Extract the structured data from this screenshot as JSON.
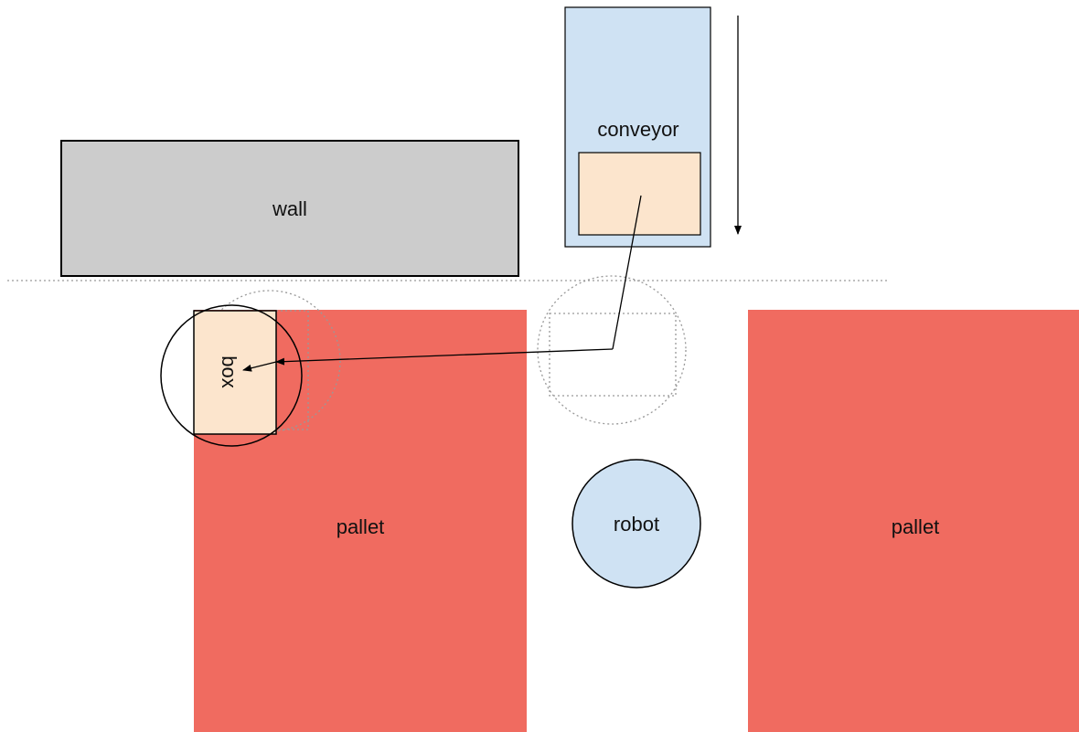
{
  "labels": {
    "wall": "wall",
    "conveyor": "conveyor",
    "box": "box",
    "pallet_left": "pallet",
    "pallet_right": "pallet",
    "robot": "robot"
  },
  "colors": {
    "wall": "#cccccc",
    "conveyor": "#cfe2f3",
    "box": "#fce5cd",
    "pallet": "#f06b60",
    "robot": "#cfe2f3",
    "stroke": "#000000",
    "dotted": "#999999"
  }
}
